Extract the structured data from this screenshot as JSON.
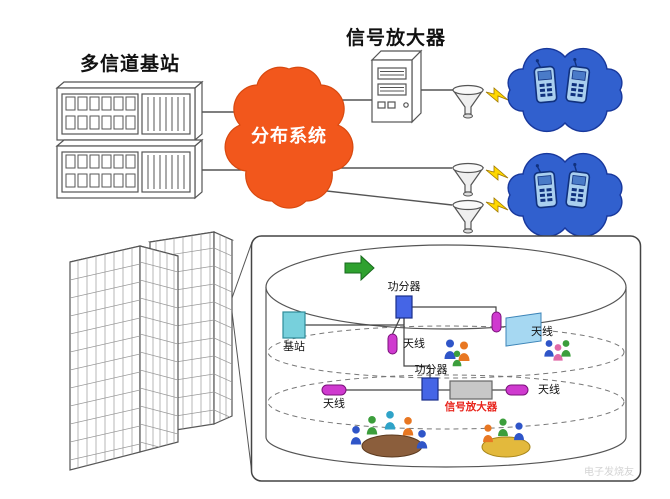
{
  "outdoor": {
    "base_station_label": "多信道基站",
    "distribution_label": "分布系统",
    "amplifier_label": "信号放大器"
  },
  "indoor": {
    "splitter1_label": "功分器",
    "splitter2_label": "功分器",
    "base_station_label": "基站",
    "antenna_center_label": "天线",
    "antenna_right_upper_label": "天线",
    "antenna_left_lower_label": "天线",
    "antenna_right_lower_label": "天线",
    "amplifier_label": "信号放大器"
  },
  "watermark": {
    "text": "电子发烧友"
  },
  "colors": {
    "distribution_cloud": "#F2571C",
    "mobile_cloud": "#3160CE",
    "phone_body": "#A9CFEF",
    "splitter_blue": "#4565E6",
    "indoor_base_station": "#77D0DC",
    "antenna_magenta": "#CF3ACF",
    "amplifier_gray": "#C7C7C7",
    "amplifier_label_red": "#E8241C",
    "bolt_yellow": "#FFD800",
    "arrow_green": "#2FA12F"
  }
}
